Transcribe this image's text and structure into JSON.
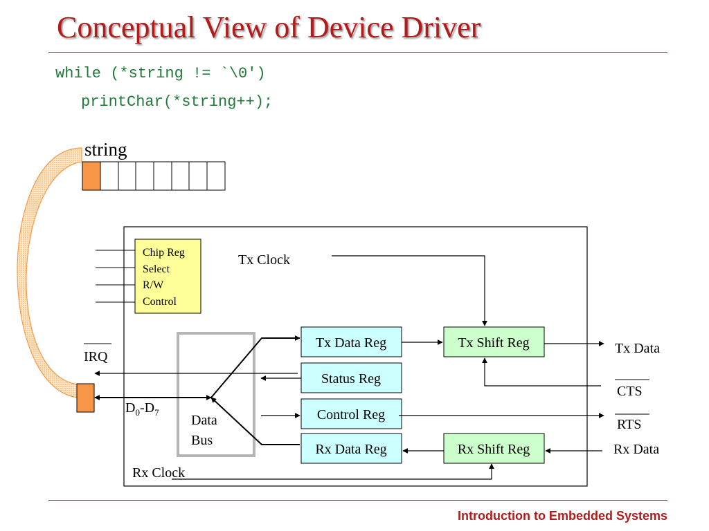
{
  "slide": {
    "title": "Conceptual View of Device Driver",
    "footer": "Introduction to Embedded Systems"
  },
  "code": {
    "line1": "while (*string != `\\0')",
    "line2": "printChar(*string++);"
  },
  "diagram": {
    "string_label": "string",
    "chip_select_lines": [
      "Chip Reg",
      "Select",
      "R/W",
      "Control"
    ],
    "tx_clock": "Tx Clock",
    "rx_clock": "Rx Clock",
    "irq": "IRQ",
    "data_lines": {
      "base": "D",
      "sub_low": "0",
      "dash": "-",
      "sub_high": "7"
    },
    "data_bus": [
      "Data",
      "Bus"
    ],
    "registers": {
      "tx_data": "Tx Data Reg",
      "status": "Status Reg",
      "control": "Control Reg",
      "rx_data": "Rx Data Reg",
      "tx_shift": "Tx Shift Reg",
      "rx_shift": "Rx Shift Reg"
    },
    "signals": {
      "tx_data": "Tx Data",
      "cts": "CTS",
      "rts": "RTS",
      "rx_data": "Rx Data"
    },
    "colors": {
      "cyan_register": "#ccffff",
      "green_register": "#ccffcc",
      "yellow_box": "#ffff99",
      "orange_cell": "#f79646"
    }
  }
}
